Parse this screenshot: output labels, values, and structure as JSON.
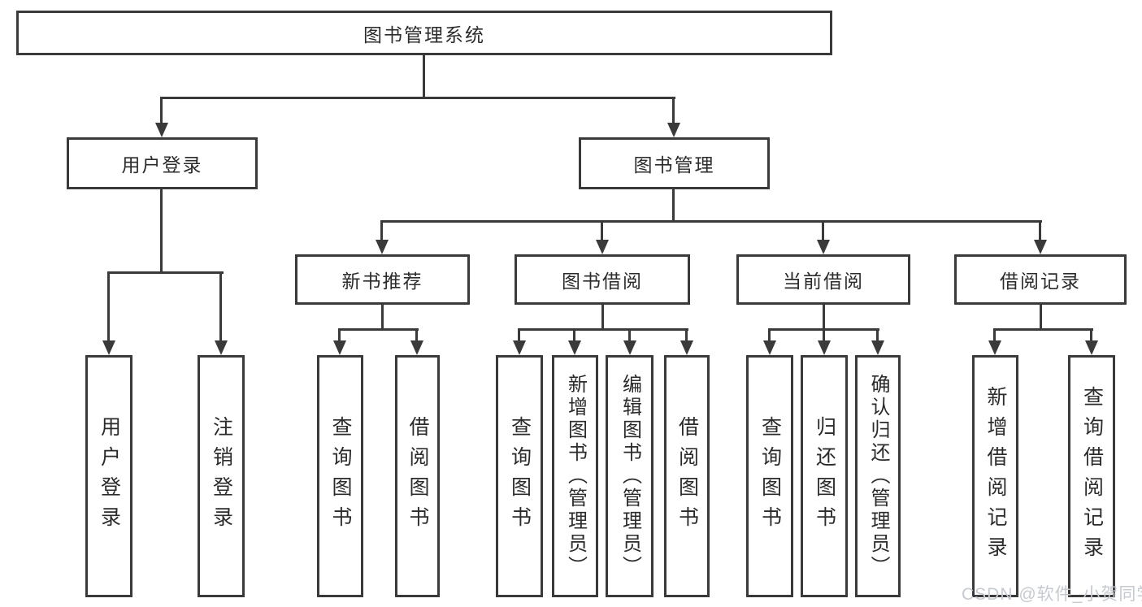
{
  "root": {
    "label": "图书管理系统"
  },
  "level2": {
    "user_login": {
      "label": "用户登录"
    },
    "book_mgmt": {
      "label": "图书管理"
    }
  },
  "level3": {
    "new_books": {
      "label": "新书推荐"
    },
    "book_borrow": {
      "label": "图书借阅"
    },
    "current_borrow": {
      "label": "当前借阅"
    },
    "borrow_records": {
      "label": "借阅记录"
    }
  },
  "leaves": [
    {
      "label": "用户登录"
    },
    {
      "label": "注销登录"
    },
    {
      "label": "查询图书"
    },
    {
      "label": "借阅图书"
    },
    {
      "label": "查询图书"
    },
    {
      "label": "新增图书（管理员）"
    },
    {
      "label": "编辑图书（管理员）"
    },
    {
      "label": "借阅图书"
    },
    {
      "label": "查询图书"
    },
    {
      "label": "归还图书"
    },
    {
      "label": "确认归还（管理员）"
    },
    {
      "label": "新增借阅记录"
    },
    {
      "label": "查询借阅记录"
    }
  ],
  "watermark": {
    "text": "CSDN @软件_小贺同学"
  },
  "colors": {
    "line": "#3a3a3a",
    "text": "#2b2b2b",
    "background": "#ffffff",
    "watermark": "#c6cad1"
  }
}
